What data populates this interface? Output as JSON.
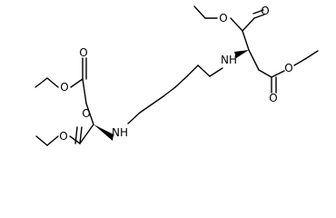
{
  "molecule": {
    "atom_labels": {
      "o1": "O",
      "o2": "O",
      "o3": "O",
      "o4": "O",
      "o5": "O",
      "o6": "O",
      "o7": "O",
      "o8": "O",
      "n1": "NH",
      "n2": "NH"
    }
  },
  "colors": {
    "bond": "#000000",
    "background": "#ffffff"
  }
}
